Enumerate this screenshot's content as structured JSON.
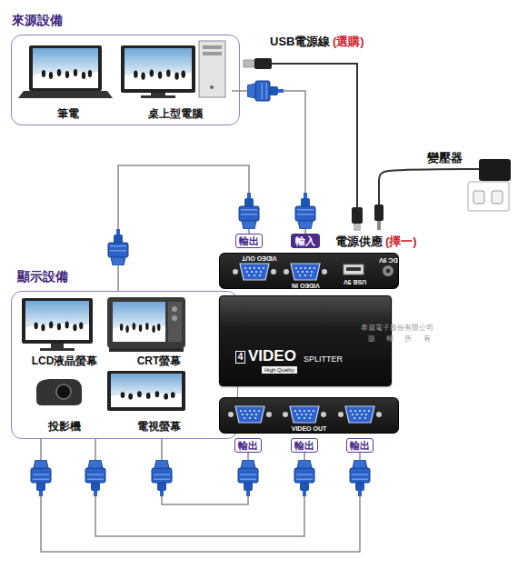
{
  "diagram": {
    "nodes": [
      {
        "text": [
          "來源設備"
        ]
      },
      {
        "text": [
          "筆電"
        ],
        "in": 0
      },
      {
        "text": [
          "桌上型電腦"
        ],
        "in": 0
      },
      {
        "text": [
          "輸出"
        ]
      },
      {
        "text": [
          "輸入"
        ]
      },
      {
        "text": [
          "VIDEO OUT",
          "VIDEO IN",
          "USB 5V",
          "DC 9V"
        ]
      },
      {
        "text": [
          "顯示設備"
        ]
      },
      {
        "text": [
          "LCD液晶螢幕"
        ],
        "in": 6
      },
      {
        "text": [
          "CRT螢幕"
        ],
        "in": 6
      },
      {
        "text": [
          "投影機"
        ],
        "in": 6
      },
      {
        "text": [
          "電視螢幕"
        ],
        "in": 6
      },
      {
        "text": [
          "4",
          "VIDEO",
          "SPLITTER",
          "High Quality"
        ]
      },
      {
        "text": [
          "VIDEO OUT"
        ]
      },
      {
        "text": [
          "輸出"
        ]
      },
      {
        "text": [
          "輸出"
        ]
      },
      {
        "text": [
          "輸出"
        ]
      }
    ],
    "edges": [
      {
        "from": 2,
        "to": 4,
        "arrow": "none"
      },
      {
        "from": 3,
        "to": 6,
        "arrow": "none"
      },
      {
        "from": 13,
        "to": 6,
        "arrow": "none"
      },
      {
        "from": 14,
        "to": 6,
        "arrow": "none"
      },
      {
        "from": 15,
        "to": 6,
        "arrow": "none"
      }
    ],
    "labels": [
      "USB電源線",
      "(選購)",
      "變壓器",
      "電源供應",
      "(擇一)",
      "泰崴電子股份有限公司",
      "版 權 所 有"
    ]
  }
}
